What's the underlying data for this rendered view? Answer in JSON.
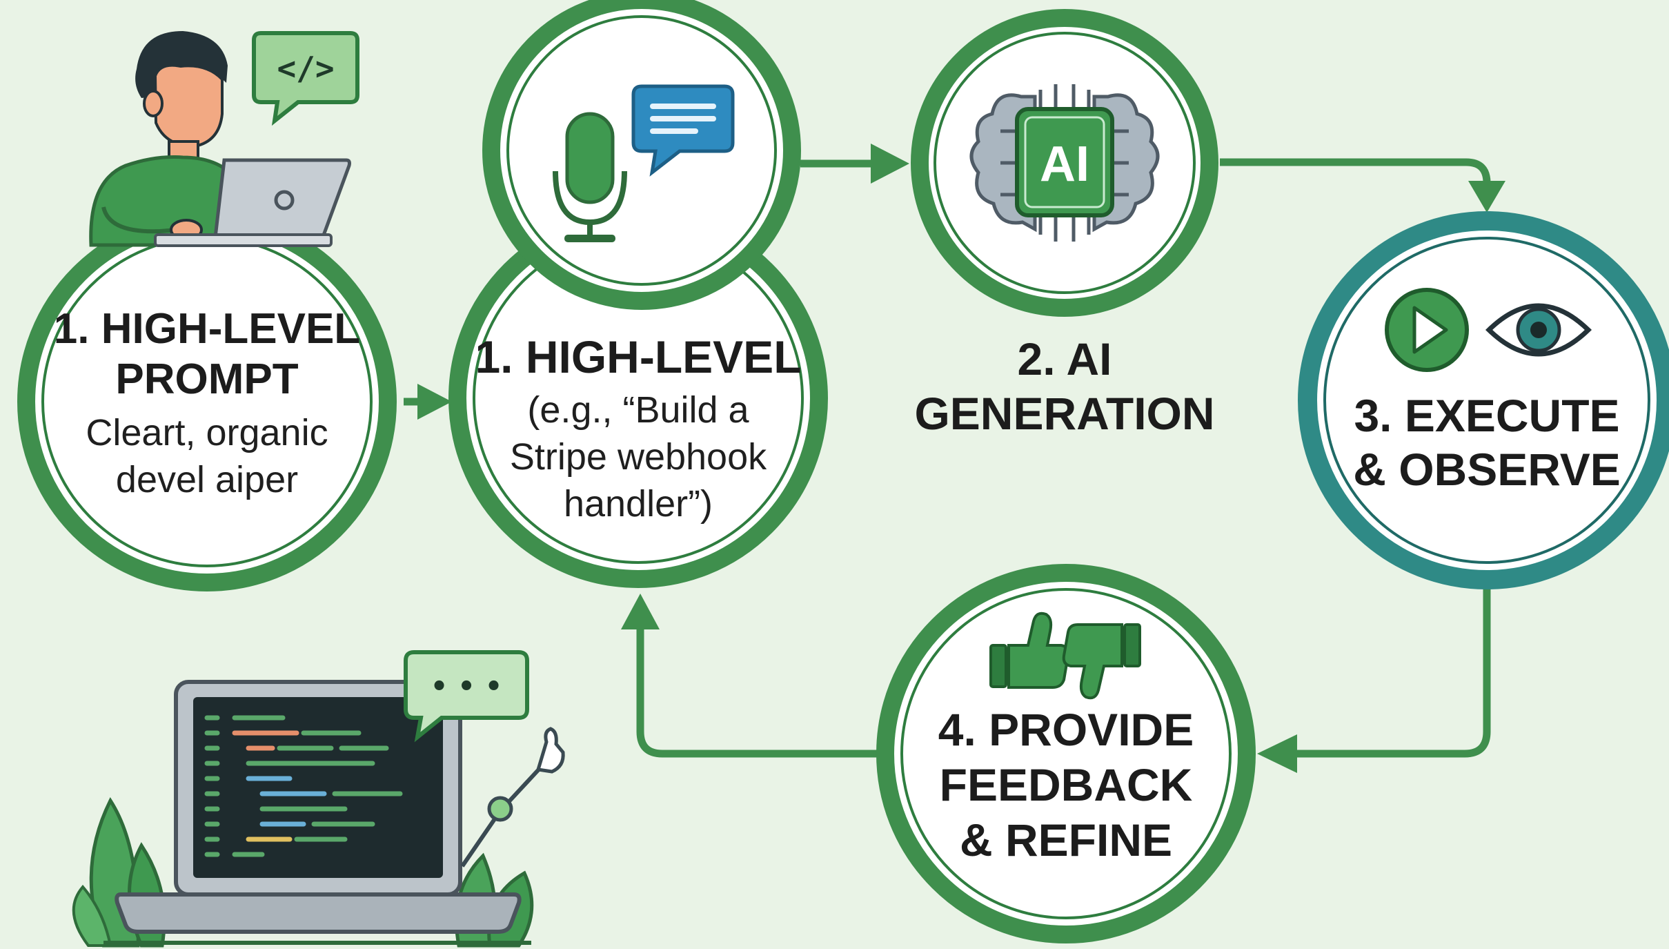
{
  "colors": {
    "background": "#e9f3e6",
    "ring_green": "#3f8f4d",
    "ring_teal": "#2f8a86",
    "dark_green": "#2e7d3f",
    "text": "#1c1c1c"
  },
  "steps": {
    "step1_left": {
      "title_line1": "1. HIGH-LEVEL",
      "title_line2": "PROMPT",
      "desc_line1": "Cleart, organic",
      "desc_line2": "devel aiper"
    },
    "step1_right": {
      "title_line1": "1. HIGH-LEVEL",
      "desc_line1": "(e.g., “Build a",
      "desc_line2": "Stripe webhook",
      "desc_line3": "handler”)"
    },
    "step2": {
      "title_line1": "2. AI",
      "title_line2": "GENERATION",
      "chip_label": "AI"
    },
    "step3": {
      "title_line1": "3. EXECUTE",
      "title_line2": "& OBSERVE"
    },
    "step4": {
      "title_line1": "4. PROVIDE",
      "title_line2": "FEEDBACK",
      "title_line3": "& REFINE"
    }
  },
  "icons": {
    "developer": "developer-with-laptop-icon",
    "code_bubble": "code-speech-bubble-icon",
    "code_bubble_glyph": "</>",
    "microphone": "microphone-icon",
    "chat_bubble": "chat-bubble-icon",
    "ai_chip": "ai-brain-chip-icon",
    "play": "play-icon",
    "eye": "eye-icon",
    "thumbs_up": "thumbs-up-icon",
    "thumbs_down": "thumbs-down-icon",
    "laptop_code": "laptop-code-editor-icon",
    "typing_bubble": "typing-speech-bubble-icon",
    "typing_glyph": "• • •"
  }
}
